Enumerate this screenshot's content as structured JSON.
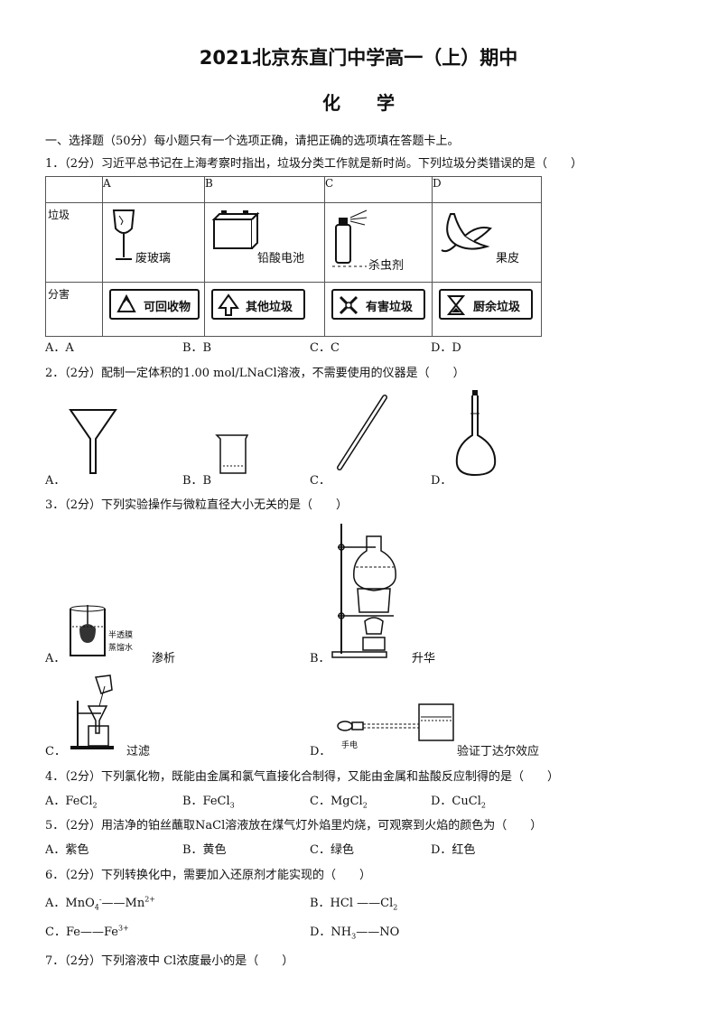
{
  "header": {
    "title": "2021北京东直门中学高一（上）期中",
    "subject": "化学"
  },
  "section1": "一、选择题（50分）每小题只有一个选项正确，请把正确的选项填在答题卡上。",
  "q1": {
    "stem": "1．（2分）习近平总书记在上海考察时指出，垃圾分类工作就是新时尚。下列垃圾分类错误的是（　　）",
    "cols": [
      "A",
      "B",
      "C",
      "D"
    ],
    "row1_label": "垃圾",
    "row2_label": "分害",
    "items": [
      "废玻璃",
      "铅酸电池",
      "杀虫剂",
      "果皮"
    ],
    "badges": [
      "可回收物",
      "其他垃圾",
      "有害垃圾",
      "厨余垃圾"
    ],
    "options": [
      "A．A",
      "B．B",
      "C．C",
      "D．D"
    ]
  },
  "q2": {
    "stem": "2．（2分）配制一定体积的1.00 mol/LNaCl溶液，不需要使用的仪器是（　　）",
    "options": [
      "A．",
      "B．B",
      "C．",
      "D．"
    ]
  },
  "q3": {
    "stem": "3．（2分）下列实验操作与微粒直径大小无关的是（　　）",
    "a_label": "A．",
    "a_text": "渗析",
    "a_tag1": "半透膜",
    "a_tag2": "蒸馏水",
    "b_label": "B．",
    "b_text": "升华",
    "c_label": "C．",
    "c_text": "过滤",
    "d_label": "D．",
    "d_text": "验证丁达尔效应",
    "d_tag": "手电"
  },
  "q4": {
    "stem": "4．（2分）下列氯化物，既能由金属和氯气直接化合制得，又能由金属和盐酸反应制得的是（　　）",
    "options": [
      {
        "p": "A．FeCl",
        "s": "2"
      },
      {
        "p": "B．FeCl",
        "s": "3"
      },
      {
        "p": "C．MgCl",
        "s": "2"
      },
      {
        "p": "D．CuCl",
        "s": "2"
      }
    ]
  },
  "q5": {
    "stem": "5．（2分）用洁净的铂丝蘸取NaCl溶液放在煤气灯外焰里灼烧，可观察到火焰的颜色为（　　）",
    "options": [
      "A．紫色",
      "B．黄色",
      "C．绿色",
      "D．红色"
    ]
  },
  "q6": {
    "stem": "6．（2分）下列转换化中，需要加入还原剂才能实现的（　　）",
    "a1": "A．MnO",
    "a1s": "4",
    "a1c": "-",
    "a2": "——Mn",
    "a2s": "2+",
    "b1": "B．HCl ——Cl",
    "b1s": "2",
    "c1": "C．Fe——Fe",
    "c1s": "3+",
    "d1": "D．NH",
    "d1s": "3",
    "d2": "——NO"
  },
  "q7": {
    "stem": "7．（2分）下列溶液中 Cl浓度最小的是（　　）"
  }
}
